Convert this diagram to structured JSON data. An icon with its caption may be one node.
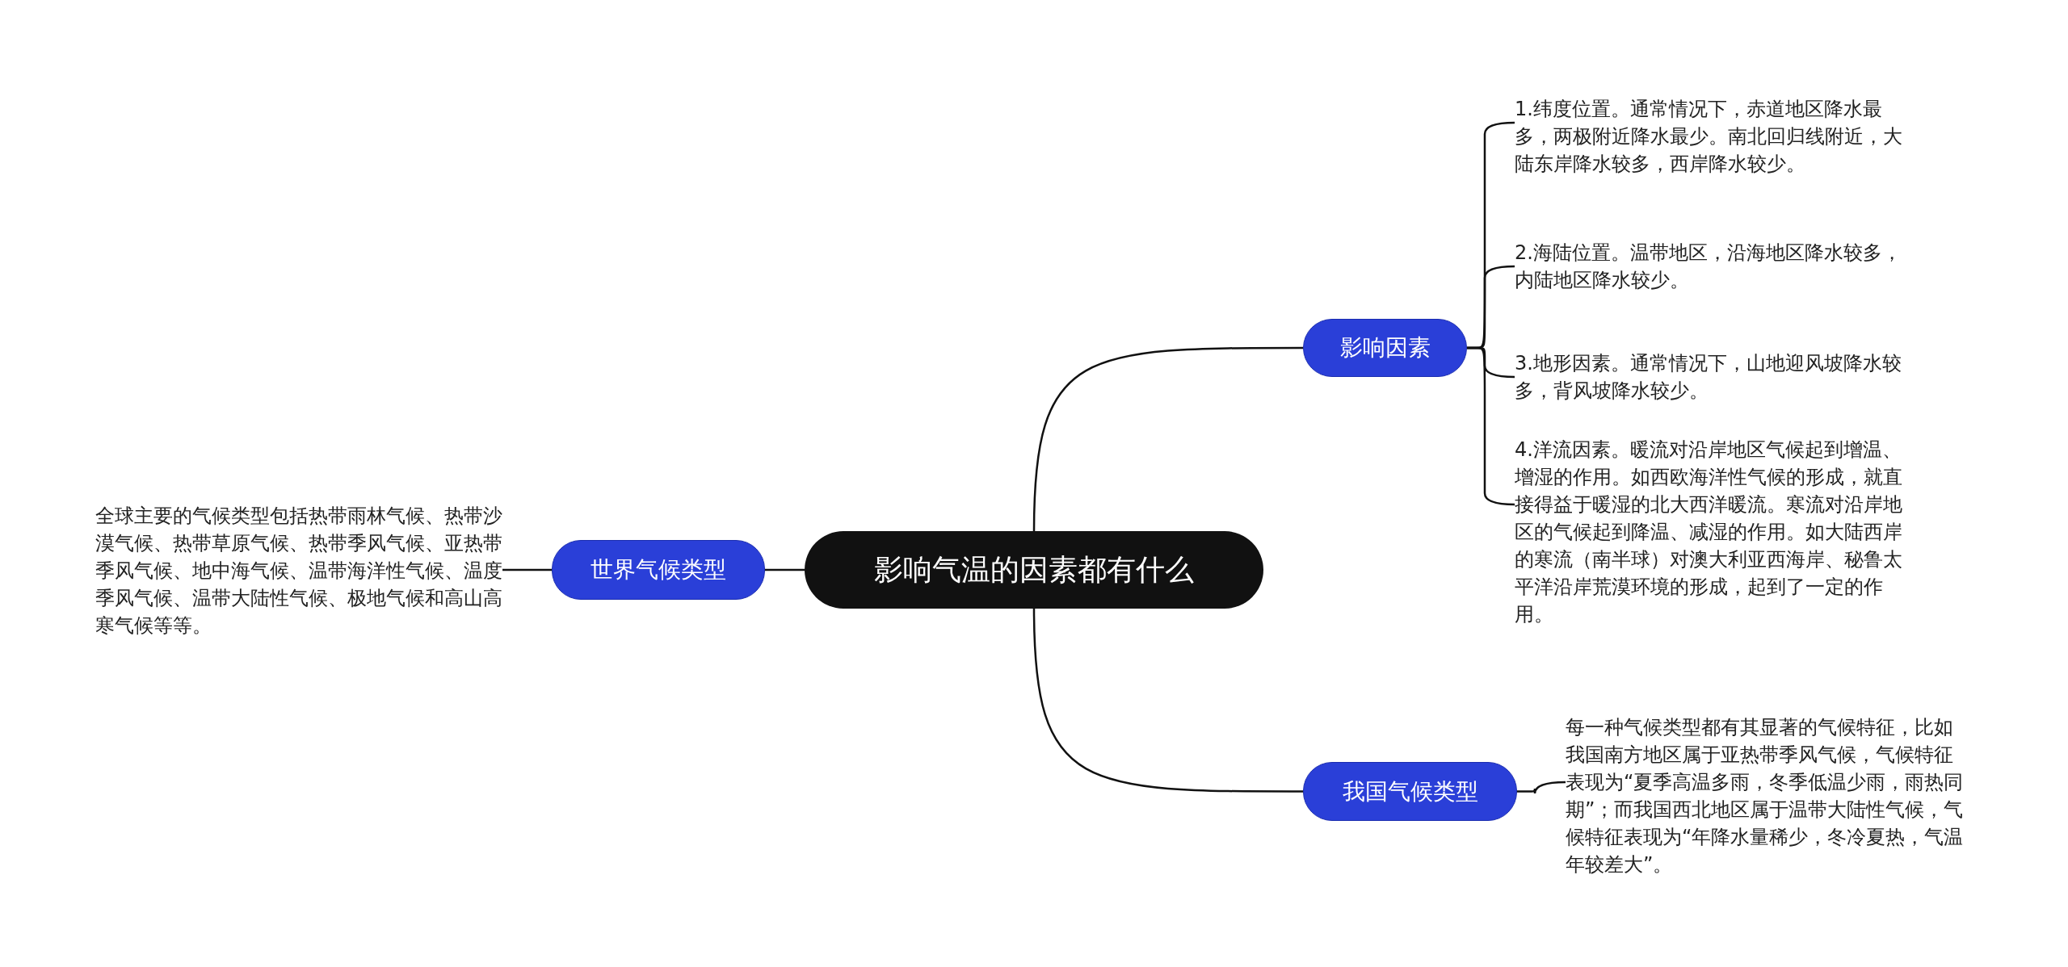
{
  "diagram": {
    "nodes": [
      {
        "text": [
          "影响气温的因素都有什么"
        ]
      },
      {
        "text": [
          "影响因素"
        ]
      },
      {
        "text": [
          "1.纬度位置。通常情况下，赤道地区降水最多，两极附近降水最少。南北回归线附近，大陆东岸降水较多，西岸降水较少。"
        ]
      },
      {
        "text": [
          "2.海陆位置。温带地区，沿海地区降水较多，内陆地区降水较少。"
        ]
      },
      {
        "text": [
          "3.地形因素。通常情况下，山地迎风坡降水较多，背风坡降水较少。"
        ]
      },
      {
        "text": [
          "4.洋流因素。暖流对沿岸地区气候起到增温、增湿的作用。如西欧海洋性气候的形成，就直接得益于暖湿的北大西洋暖流。寒流对沿岸地区的气候起到降温、减湿的作用。如大陆西岸的寒流（南半球）对澳大利亚西海岸、秘鲁太平洋沿岸荒漠环境的形成，起到了一定的作用。"
        ]
      },
      {
        "text": [
          "世界气候类型"
        ]
      },
      {
        "text": [
          "全球主要的气候类型包括热带雨林气候、热带沙漠气候、热带草原气候、热带季风气候、亚热带季风气候、地中海气候、温带海洋性气候、温度季风气候、温带大陆性气候、极地气候和高山高寒气候等等。"
        ]
      },
      {
        "text": [
          "我国气候类型"
        ]
      },
      {
        "text": [
          "每一种气候类型都有其显著的气候特征，比如我国南方地区属于亚热带季风气候，气候特征表现为“夏季高温多雨，冬季低温少雨，雨热同期”；而我国西北地区属于温带大陆性气候，气候特征表现为“年降水量稀少，冬冷夏热，气温年较差大”。"
        ]
      }
    ],
    "edges": [
      {
        "from": 0,
        "to": 1,
        "arrow": "none"
      },
      {
        "from": 1,
        "to": 2,
        "arrow": "none"
      },
      {
        "from": 1,
        "to": 3,
        "arrow": "none"
      },
      {
        "from": 1,
        "to": 4,
        "arrow": "none"
      },
      {
        "from": 1,
        "to": 5,
        "arrow": "none"
      },
      {
        "from": 0,
        "to": 6,
        "arrow": "none"
      },
      {
        "from": 6,
        "to": 7,
        "arrow": "none"
      },
      {
        "from": 0,
        "to": 8,
        "arrow": "none"
      },
      {
        "from": 8,
        "to": 9,
        "arrow": "none"
      }
    ]
  }
}
